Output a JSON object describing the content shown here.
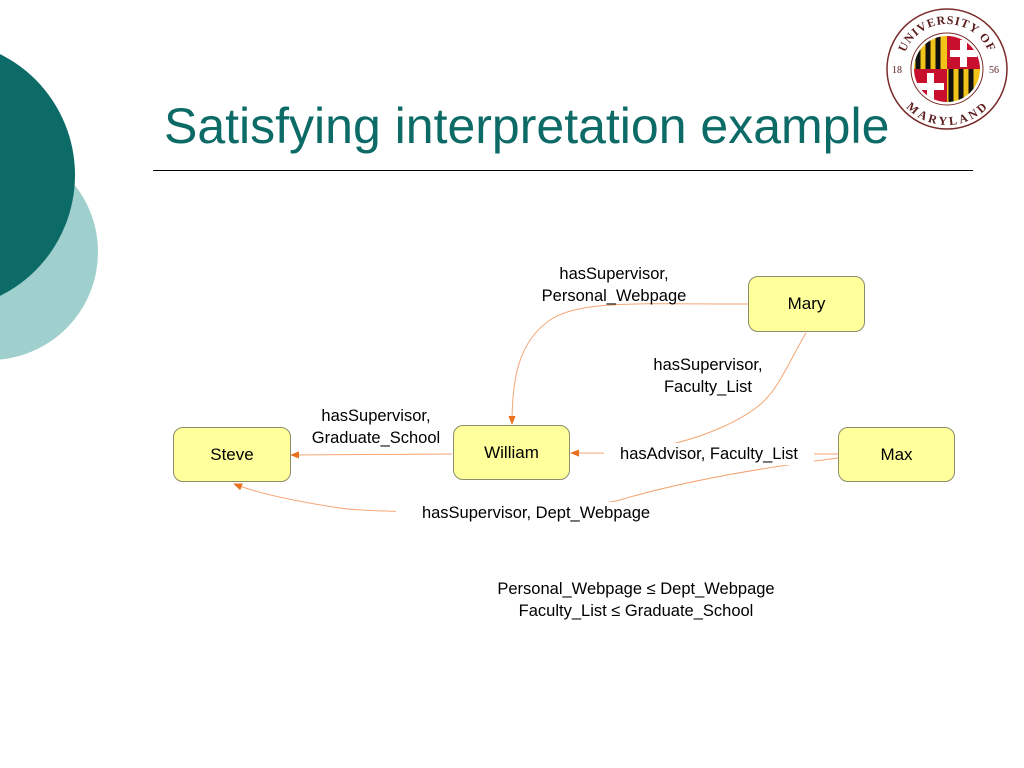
{
  "slide": {
    "title": "Satisfying interpretation example",
    "colors": {
      "title": "#0d6b67",
      "circle_dark": "#0d6b67",
      "circle_light": "#9fd0cd",
      "node_fill": "#ffff9c",
      "edge": "#f4a574",
      "arrow": "#e8701e"
    }
  },
  "logo": {
    "text_top": "UNIVERSITY OF",
    "text_bottom": "MARYLAND",
    "year_left": "18",
    "year_right": "56"
  },
  "diagram": {
    "nodes": {
      "steve": "Steve",
      "william": "William",
      "mary": "Mary",
      "max": "Max"
    },
    "edges": {
      "mary_william_1": "hasSupervisor,",
      "mary_william_2": "Personal_Webpage",
      "mary_max_1": "hasSupervisor,",
      "mary_max_2": "Faculty_List",
      "william_steve_1": "hasSupervisor,",
      "william_steve_2": "Graduate_School",
      "max_william": "hasAdvisor, Faculty_List",
      "max_steve": "hasSupervisor, Dept_Webpage"
    },
    "notes": {
      "line1": "Personal_Webpage ≤ Dept_Webpage",
      "line2": "Faculty_List ≤ Graduate_School"
    }
  }
}
